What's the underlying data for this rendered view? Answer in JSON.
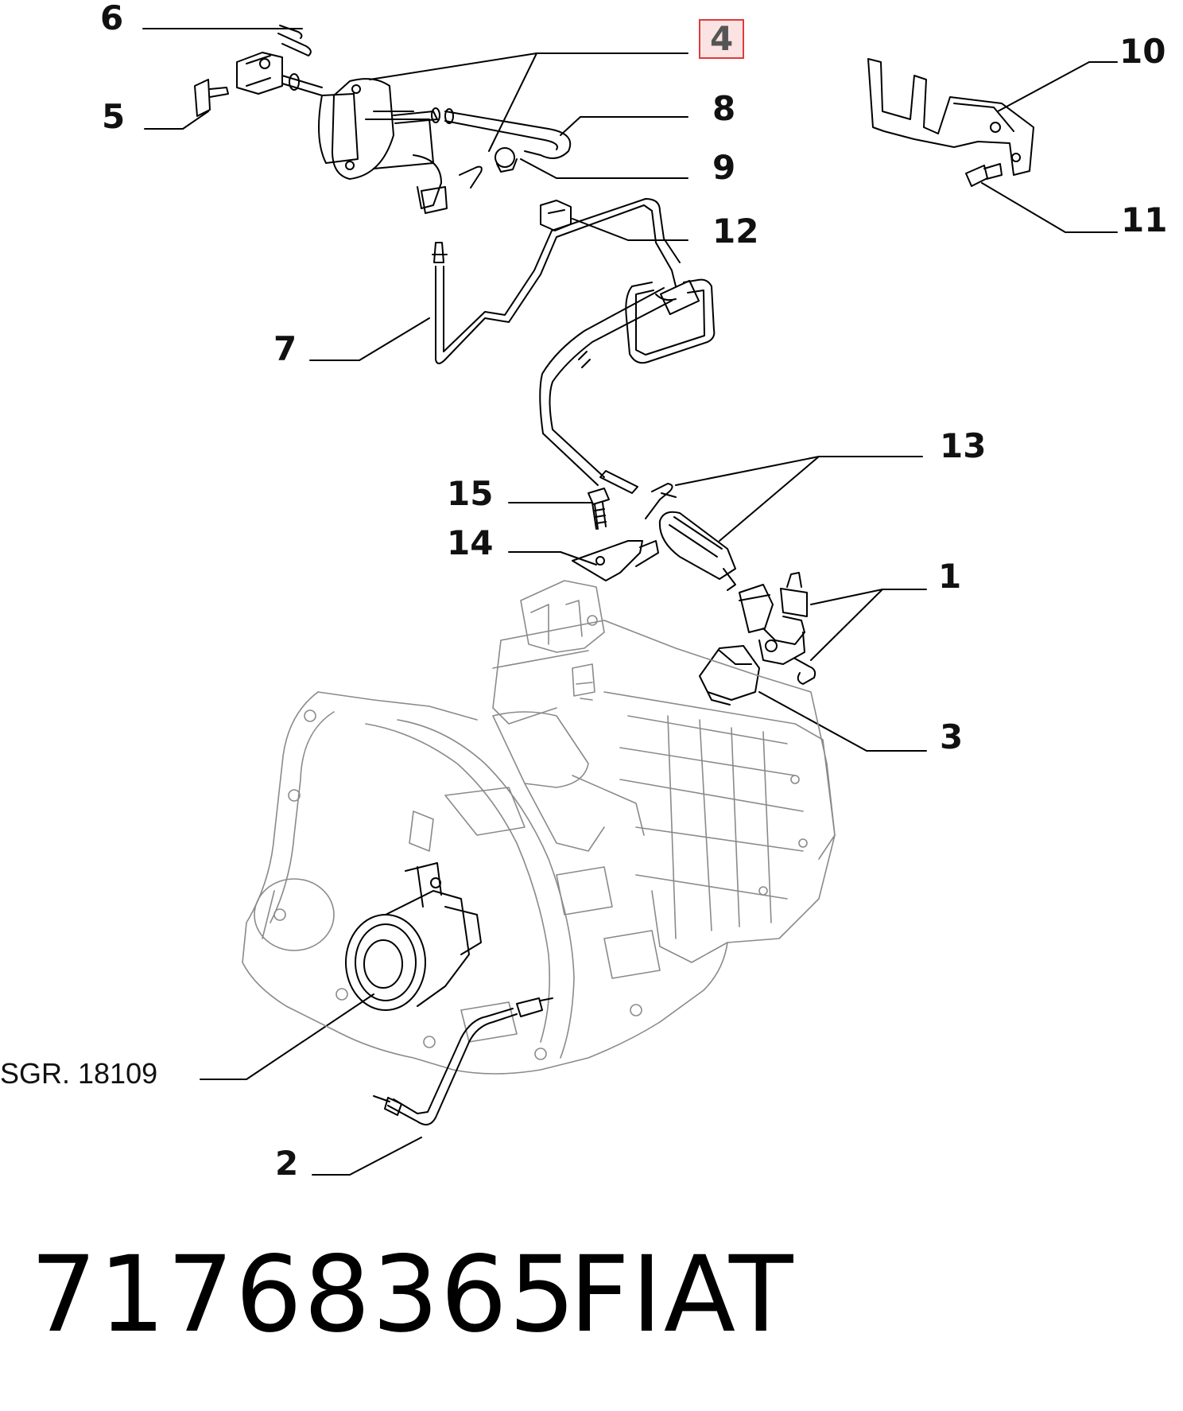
{
  "callouts": {
    "c1": "1",
    "c2": "2",
    "c3": "3",
    "c4": "4",
    "c5": "5",
    "c6": "6",
    "c7": "7",
    "c8": "8",
    "c9": "9",
    "c10": "10",
    "c11": "11",
    "c12": "12",
    "c13": "13",
    "c14": "14",
    "c15": "15",
    "sgr": "SGR. 18109"
  },
  "highlighted_callout": "4",
  "highlight_color": "#e03a3a",
  "footer": {
    "part_number": "71768365",
    "brand": "FIAT"
  }
}
